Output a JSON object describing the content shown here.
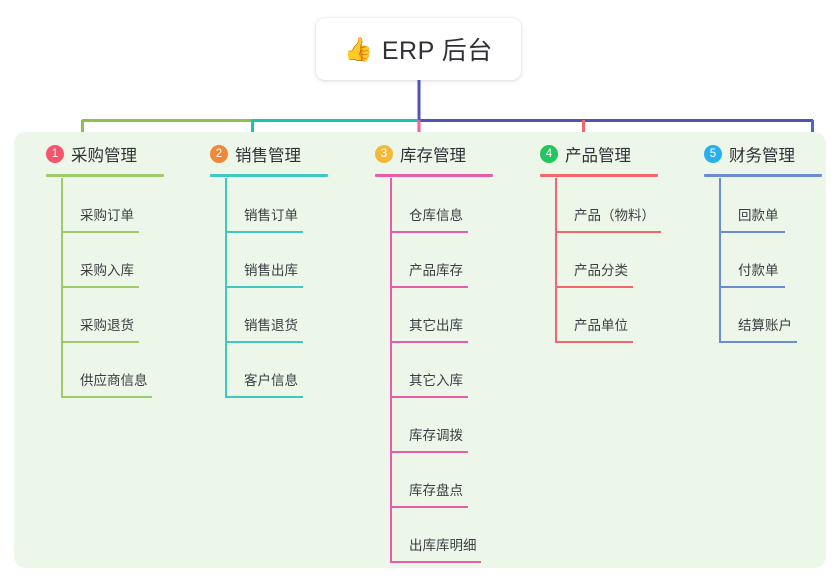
{
  "root": {
    "icon": "thumbs-up-icon",
    "icon_glyph": "👍",
    "title": "ERP 后台"
  },
  "colors": {
    "panel_bg": "#edf7e9",
    "root_connector": "#4c56b8",
    "bus_green": "#8cc152",
    "bus_teal": "#17c5b0",
    "bus_blue": "#4c56b8"
  },
  "columns": [
    {
      "index": "1",
      "title": "采购管理",
      "badge_color": "#f4556d",
      "line_color": "#9dcb6b",
      "rule_width": 118,
      "items": [
        {
          "label": "采购订单",
          "underline_width": 78
        },
        {
          "label": "采购入库",
          "underline_width": 78
        },
        {
          "label": "采购退货",
          "underline_width": 78
        },
        {
          "label": "供应商信息",
          "underline_width": 91
        }
      ]
    },
    {
      "index": "2",
      "title": "销售管理",
      "badge_color": "#f0883a",
      "line_color": "#3fc8c0",
      "rule_width": 118,
      "items": [
        {
          "label": "销售订单",
          "underline_width": 78
        },
        {
          "label": "销售出库",
          "underline_width": 78
        },
        {
          "label": "销售退货",
          "underline_width": 78
        },
        {
          "label": "客户信息",
          "underline_width": 78
        }
      ]
    },
    {
      "index": "3",
      "title": "库存管理",
      "badge_color": "#f5b93a",
      "line_color": "#e85ca8",
      "rule_width": 118,
      "items": [
        {
          "label": "仓库信息",
          "underline_width": 78
        },
        {
          "label": "产品库存",
          "underline_width": 78
        },
        {
          "label": "其它出库",
          "underline_width": 78
        },
        {
          "label": "其它入库",
          "underline_width": 78
        },
        {
          "label": "库存调拨",
          "underline_width": 78
        },
        {
          "label": "库存盘点",
          "underline_width": 78
        },
        {
          "label": "出库库明细",
          "underline_width": 91
        }
      ]
    },
    {
      "index": "4",
      "title": "产品管理",
      "badge_color": "#22c55e",
      "line_color": "#f4666b",
      "rule_width": 118,
      "items": [
        {
          "label": "产品（物料）",
          "underline_width": 106
        },
        {
          "label": "产品分类",
          "underline_width": 78
        },
        {
          "label": "产品单位",
          "underline_width": 78
        }
      ]
    },
    {
      "index": "5",
      "title": "财务管理",
      "badge_color": "#29afea",
      "line_color": "#6b8bd4",
      "rule_width": 118,
      "items": [
        {
          "label": "回款单",
          "underline_width": 66
        },
        {
          "label": "付款单",
          "underline_width": 66
        },
        {
          "label": "结算账户",
          "underline_width": 78
        }
      ]
    }
  ]
}
